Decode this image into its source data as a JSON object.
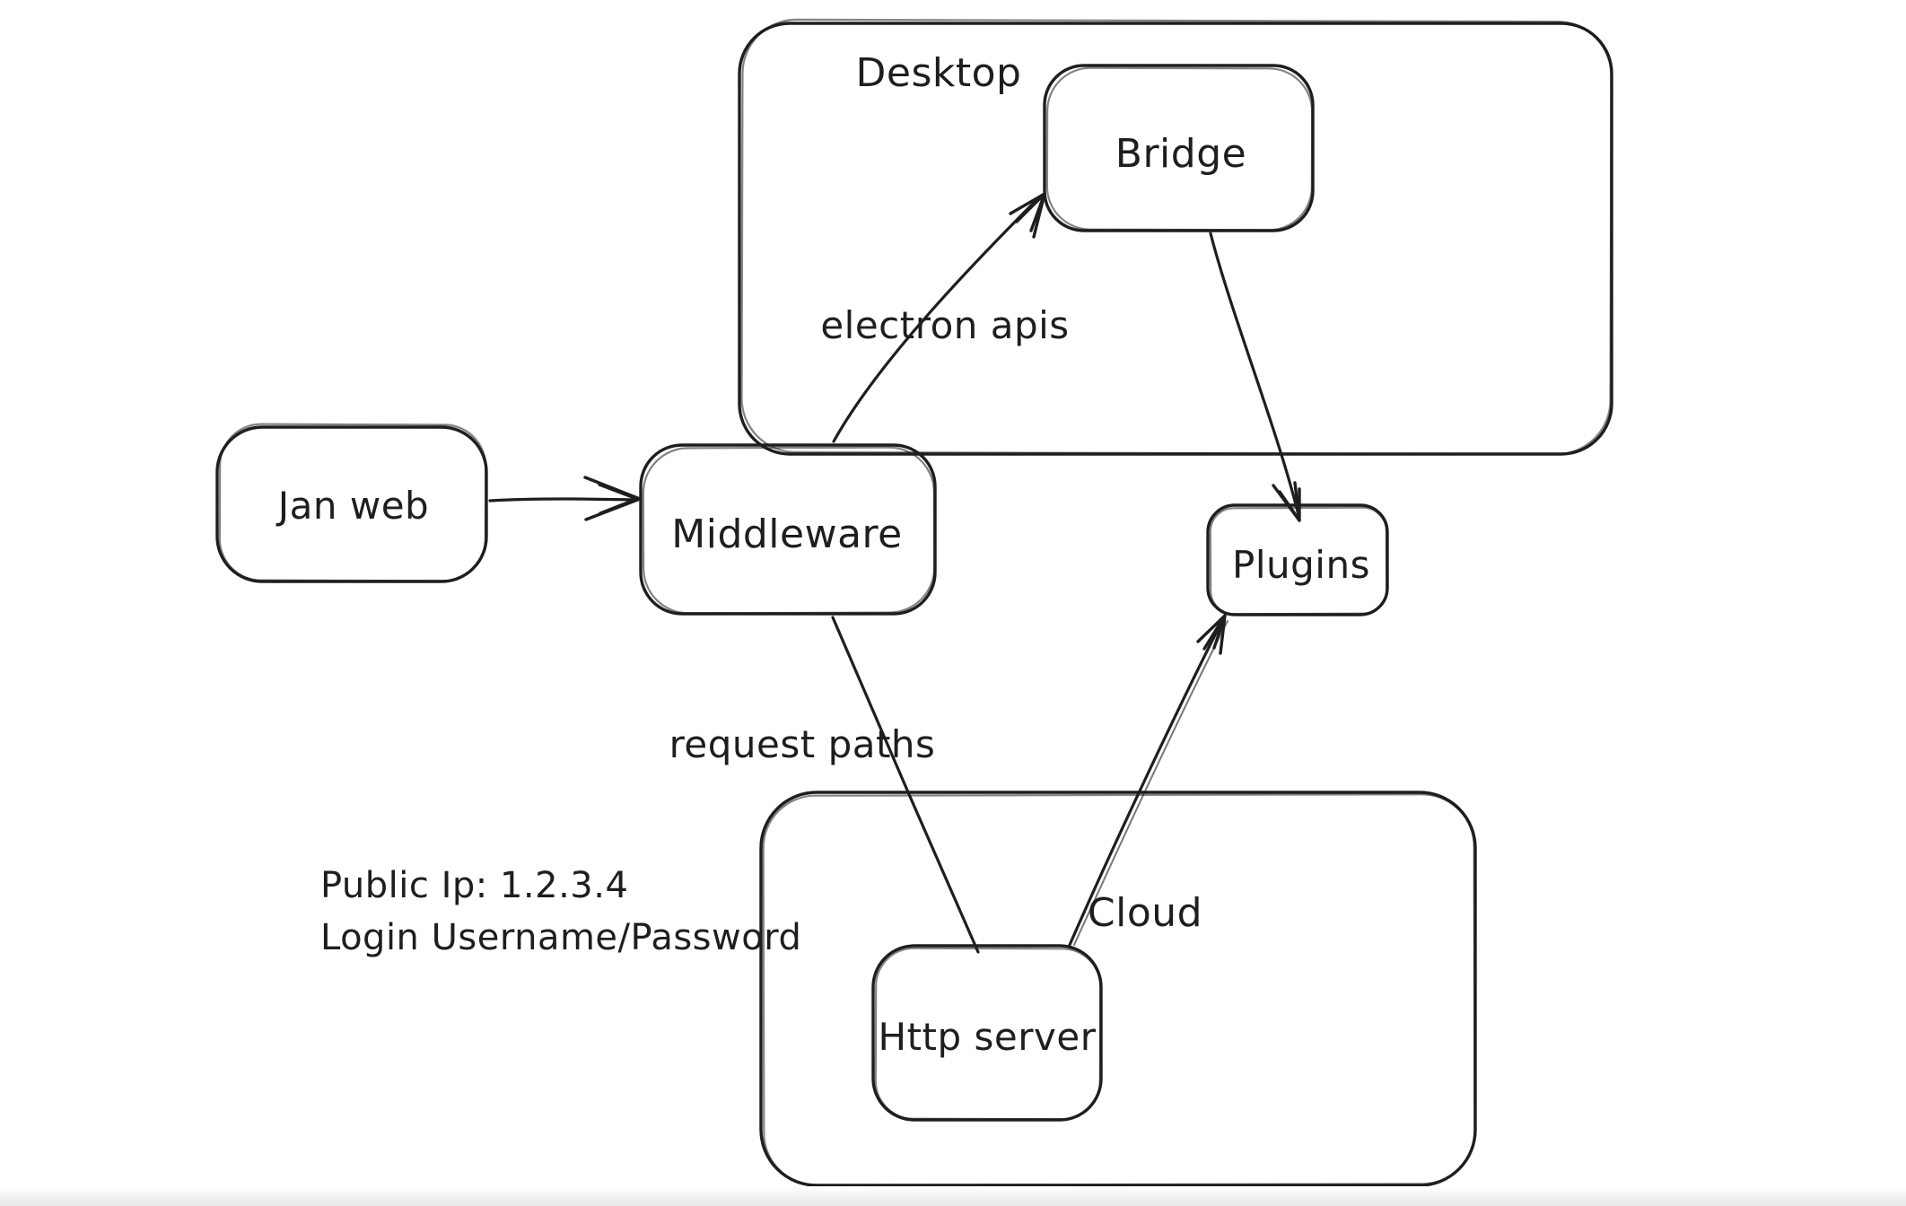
{
  "canvas": {
    "background": "#ffffff",
    "stroke_color": "#1e1e1e"
  },
  "diagram": {
    "containers": [
      {
        "id": "desktop",
        "label": "Desktop"
      },
      {
        "id": "cloud",
        "label": "Cloud"
      }
    ],
    "nodes": [
      {
        "id": "jan-web",
        "label": "Jan web"
      },
      {
        "id": "middleware",
        "label": "Middleware"
      },
      {
        "id": "bridge",
        "label": "Bridge"
      },
      {
        "id": "plugins",
        "label": "Plugins"
      },
      {
        "id": "http-server",
        "label": "Http server"
      }
    ],
    "edges": [
      {
        "from": "jan-web",
        "to": "middleware",
        "arrow": true,
        "label": ""
      },
      {
        "from": "middleware",
        "to": "bridge",
        "arrow": true,
        "label": "electron apis"
      },
      {
        "from": "bridge",
        "to": "plugins",
        "arrow": true,
        "label": ""
      },
      {
        "from": "middleware",
        "to": "http-server",
        "arrow": false,
        "label": "request paths"
      },
      {
        "from": "http-server",
        "to": "plugins",
        "arrow": true,
        "label": ""
      }
    ],
    "notes": [
      {
        "id": "server-info",
        "lines": [
          "Public Ip: 1.2.3.4",
          "Login Username/Password"
        ]
      }
    ]
  }
}
